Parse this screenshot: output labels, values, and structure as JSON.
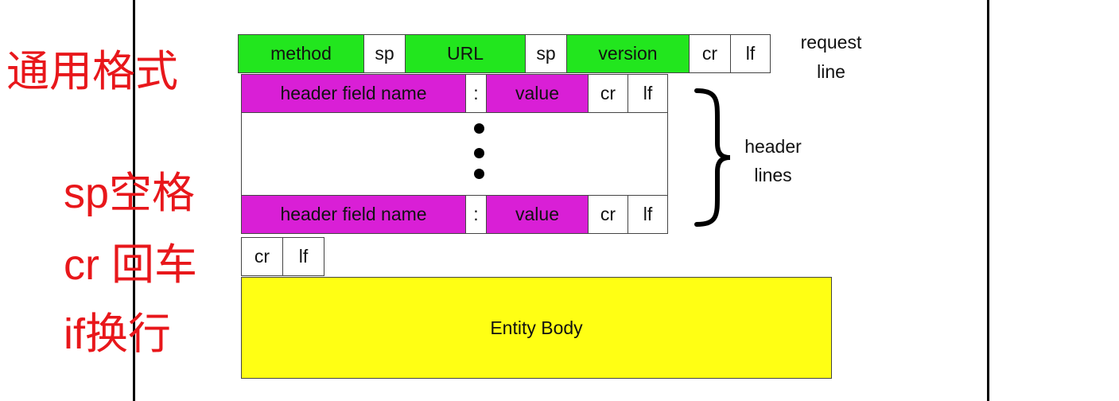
{
  "annotations": {
    "general_format": "通用格式",
    "sp": "sp空格",
    "cr": "cr 回车",
    "if": "if换行"
  },
  "request_line": {
    "method": "method",
    "sp1": "sp",
    "url": "URL",
    "sp2": "sp",
    "version": "version",
    "cr": "cr",
    "lf": "lf",
    "label_1": "request",
    "label_2": "line"
  },
  "header_first": {
    "name": "header field name",
    "colon": ":",
    "value": "value",
    "cr": "cr",
    "lf": "lf"
  },
  "header_last": {
    "name": "header field name",
    "colon": ":",
    "value": "value",
    "cr": "cr",
    "lf": "lf"
  },
  "header_lines_label": {
    "line_1": "header",
    "line_2": "lines"
  },
  "blank_line": {
    "cr": "cr",
    "lf": "lf"
  },
  "entity_body": "Entity Body",
  "colors": {
    "request_line_fields": "#22e61e",
    "header_fields": "#d91fd6",
    "entity_body": "#ffff14",
    "annotation_text": "#e8171b"
  }
}
